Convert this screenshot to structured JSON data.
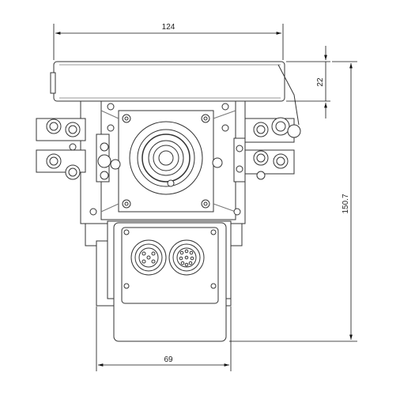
{
  "dimensions": {
    "top_width": "124",
    "bottom_width": "69",
    "right_small": "22",
    "right_total": "150.7"
  },
  "colors": {
    "line": "#333333",
    "thin": "#888888",
    "fill": "#ffffff"
  }
}
